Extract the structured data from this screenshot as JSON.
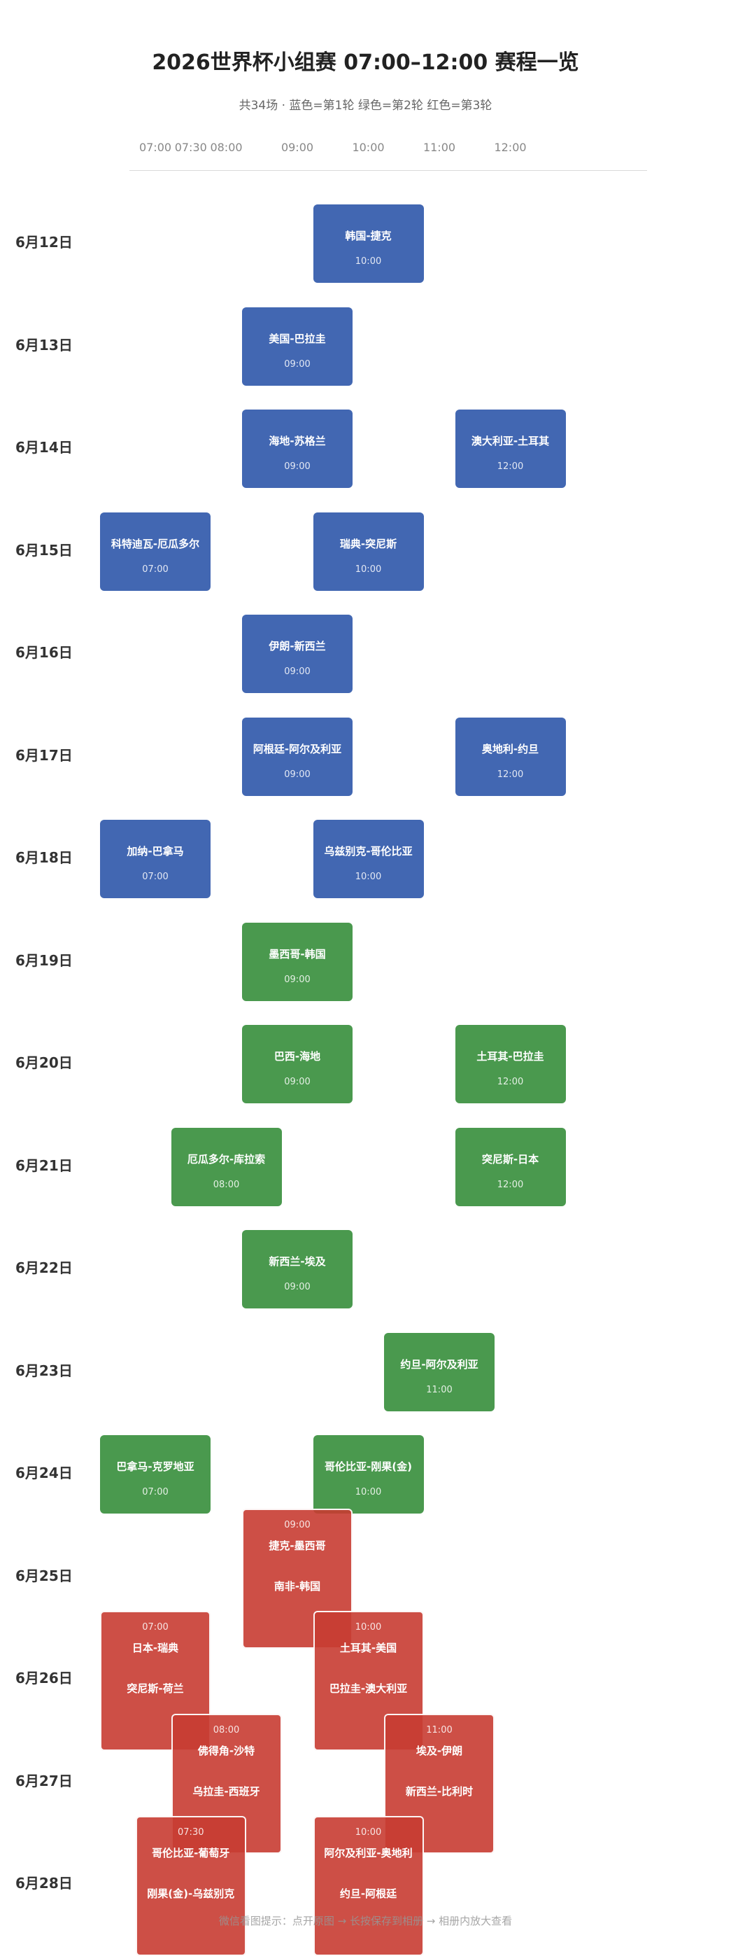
{
  "title": "2026世界杯小组赛 07:00–12:00 赛程一览",
  "subtitle": "共34场 · 蓝色=第1轮   绿色=第2轮   红色=第3轮",
  "colors": {
    "round1": "#4267b2",
    "round2": "#4a994e",
    "round3": "#c83c32"
  },
  "timeline": [
    {
      "label": "07:00",
      "hour": 7.0
    },
    {
      "label": "07:30",
      "hour": 7.5
    },
    {
      "label": "08:00",
      "hour": 8.0
    },
    {
      "label": "09:00",
      "hour": 9.0
    },
    {
      "label": "10:00",
      "hour": 10.0
    },
    {
      "label": "11:00",
      "hour": 11.0
    },
    {
      "label": "12:00",
      "hour": 12.0
    }
  ],
  "days": [
    {
      "label": "6月12日",
      "matches": [
        {
          "round": 1,
          "time": "10:00",
          "games": [
            "韩国-捷克"
          ]
        }
      ]
    },
    {
      "label": "6月13日",
      "matches": [
        {
          "round": 1,
          "time": "09:00",
          "games": [
            "美国-巴拉圭"
          ]
        }
      ]
    },
    {
      "label": "6月14日",
      "matches": [
        {
          "round": 1,
          "time": "09:00",
          "games": [
            "海地-苏格兰"
          ]
        },
        {
          "round": 1,
          "time": "12:00",
          "games": [
            "澳大利亚-土耳其"
          ]
        }
      ]
    },
    {
      "label": "6月15日",
      "matches": [
        {
          "round": 1,
          "time": "07:00",
          "games": [
            "科特迪瓦-厄瓜多尔"
          ]
        },
        {
          "round": 1,
          "time": "10:00",
          "games": [
            "瑞典-突尼斯"
          ]
        }
      ]
    },
    {
      "label": "6月16日",
      "matches": [
        {
          "round": 1,
          "time": "09:00",
          "games": [
            "伊朗-新西兰"
          ]
        }
      ]
    },
    {
      "label": "6月17日",
      "matches": [
        {
          "round": 1,
          "time": "09:00",
          "games": [
            "阿根廷-阿尔及利亚"
          ]
        },
        {
          "round": 1,
          "time": "12:00",
          "games": [
            "奥地利-约旦"
          ]
        }
      ]
    },
    {
      "label": "6月18日",
      "matches": [
        {
          "round": 1,
          "time": "07:00",
          "games": [
            "加纳-巴拿马"
          ]
        },
        {
          "round": 1,
          "time": "10:00",
          "games": [
            "乌兹别克-哥伦比亚"
          ]
        }
      ]
    },
    {
      "label": "6月19日",
      "matches": [
        {
          "round": 2,
          "time": "09:00",
          "games": [
            "墨西哥-韩国"
          ]
        }
      ]
    },
    {
      "label": "6月20日",
      "matches": [
        {
          "round": 2,
          "time": "09:00",
          "games": [
            "巴西-海地"
          ]
        },
        {
          "round": 2,
          "time": "12:00",
          "games": [
            "土耳其-巴拉圭"
          ]
        }
      ]
    },
    {
      "label": "6月21日",
      "matches": [
        {
          "round": 2,
          "time": "08:00",
          "games": [
            "厄瓜多尔-库拉索"
          ]
        },
        {
          "round": 2,
          "time": "12:00",
          "games": [
            "突尼斯-日本"
          ]
        }
      ]
    },
    {
      "label": "6月22日",
      "matches": [
        {
          "round": 2,
          "time": "09:00",
          "games": [
            "新西兰-埃及"
          ]
        }
      ]
    },
    {
      "label": "6月23日",
      "matches": [
        {
          "round": 2,
          "time": "11:00",
          "games": [
            "约旦-阿尔及利亚"
          ]
        }
      ]
    },
    {
      "label": "6月24日",
      "matches": [
        {
          "round": 2,
          "time": "07:00",
          "games": [
            "巴拿马-克罗地亚"
          ]
        },
        {
          "round": 2,
          "time": "10:00",
          "games": [
            "哥伦比亚-刚果(金)"
          ]
        }
      ]
    },
    {
      "label": "6月25日",
      "matches": [
        {
          "round": 3,
          "time": "09:00",
          "games": [
            "捷克-墨西哥",
            "南非-韩国"
          ]
        }
      ]
    },
    {
      "label": "6月26日",
      "matches": [
        {
          "round": 3,
          "time": "07:00",
          "games": [
            "日本-瑞典",
            "突尼斯-荷兰"
          ]
        },
        {
          "round": 3,
          "time": "10:00",
          "games": [
            "土耳其-美国",
            "巴拉圭-澳大利亚"
          ]
        }
      ]
    },
    {
      "label": "6月27日",
      "matches": [
        {
          "round": 3,
          "time": "08:00",
          "games": [
            "佛得角-沙特",
            "乌拉圭-西班牙"
          ]
        },
        {
          "round": 3,
          "time": "11:00",
          "games": [
            "埃及-伊朗",
            "新西兰-比利时"
          ]
        }
      ]
    },
    {
      "label": "6月28日",
      "matches": [
        {
          "round": 3,
          "time": "07:30",
          "games": [
            "哥伦比亚-葡萄牙",
            "刚果(金)-乌兹别克"
          ]
        },
        {
          "round": 3,
          "time": "10:00",
          "games": [
            "阿尔及利亚-奥地利",
            "约旦-阿根廷"
          ]
        }
      ]
    }
  ],
  "footer_hint": "微信看图提示：点开原图 → 长按保存到相册 → 相册内放大查看"
}
